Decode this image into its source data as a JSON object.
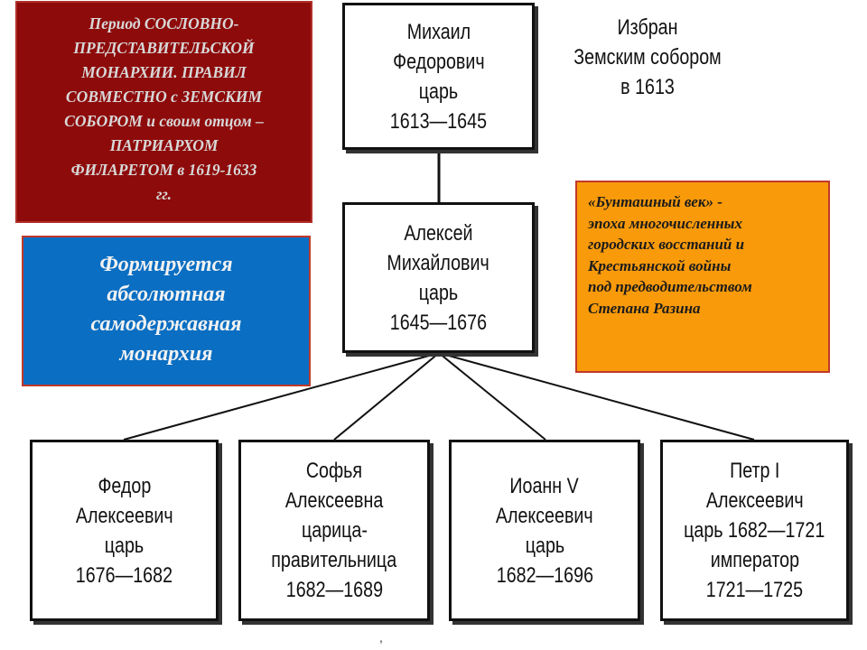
{
  "nodes": {
    "mikhail": [
      "Михаил",
      "Федорович",
      "царь",
      "1613—1645"
    ],
    "aleksei": [
      "Алексей",
      "Михайлович",
      "царь",
      "1645—1676"
    ],
    "fedor": [
      "Федор",
      "Алексеевич",
      "царь",
      "1676—1682"
    ],
    "sofya": [
      "Софья",
      "Алексеевна",
      "царица-",
      "правительница",
      "1682—1689"
    ],
    "ioann": [
      "Иоанн V",
      "Алексеевич",
      "царь",
      "1682—1696"
    ],
    "petr": [
      "Петр I",
      "Алексеевич",
      "царь 1682—1721",
      "император",
      "1721—1725"
    ]
  },
  "elected_note": [
    "Избран",
    "Земским собором",
    "в 1613"
  ],
  "notes": {
    "period": [
      "Период СОСЛОВНО-",
      "ПРЕДСТАВИТЕЛЬСКОЙ",
      "МОНАРХИИ. ПРАВИЛ",
      "СОВМЕСТНО с ЗЕМСКИМ",
      "СОБОРОМ и своим отцом –",
      "ПАТРИАРХОМ",
      "ФИЛАРЕТОМ  в 1619-1633",
      "гг."
    ],
    "absolute": [
      "Формируется",
      "абсолютная",
      "самодержавная",
      "монархия"
    ],
    "buntash": [
      "«Бунташный век» -",
      "эпоха многочисленных",
      "городских восстаний и",
      "Крестьянской войны",
      "под предводительством",
      "Степана Разина"
    ]
  },
  "colors": {
    "period_bg": "#8e0b0b",
    "absolute_bg": "#0a6ec2",
    "buntash_bg": "#f99a0b"
  }
}
